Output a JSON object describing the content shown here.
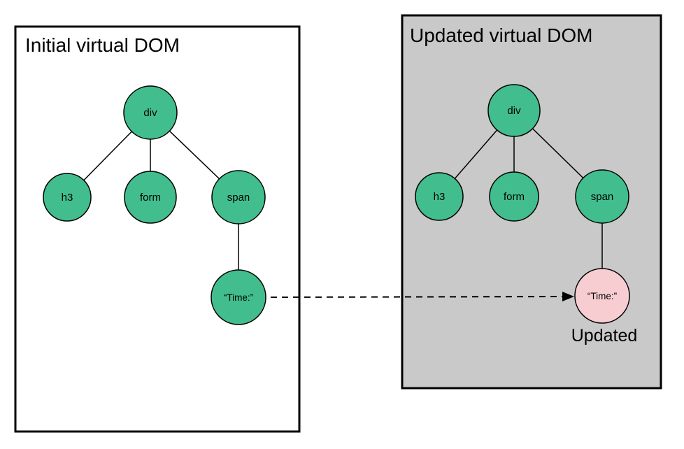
{
  "diagram": {
    "left_panel": {
      "title": "Initial virtual DOM",
      "nodes": {
        "root": "div",
        "h3": "h3",
        "form": "form",
        "span": "span",
        "leaf": "“Time:”"
      }
    },
    "right_panel": {
      "title": "Updated virtual DOM",
      "nodes": {
        "root": "div",
        "h3": "h3",
        "form": "form",
        "span": "span",
        "leaf": "“Time:”"
      },
      "annotation": "Updated"
    },
    "colors": {
      "node_fill": "#42BD8E",
      "updated_node_fill": "#F8CDD2",
      "left_panel_fill": "#FFFFFF",
      "right_panel_fill": "#C9C9C9",
      "line_color": "#000000"
    }
  }
}
